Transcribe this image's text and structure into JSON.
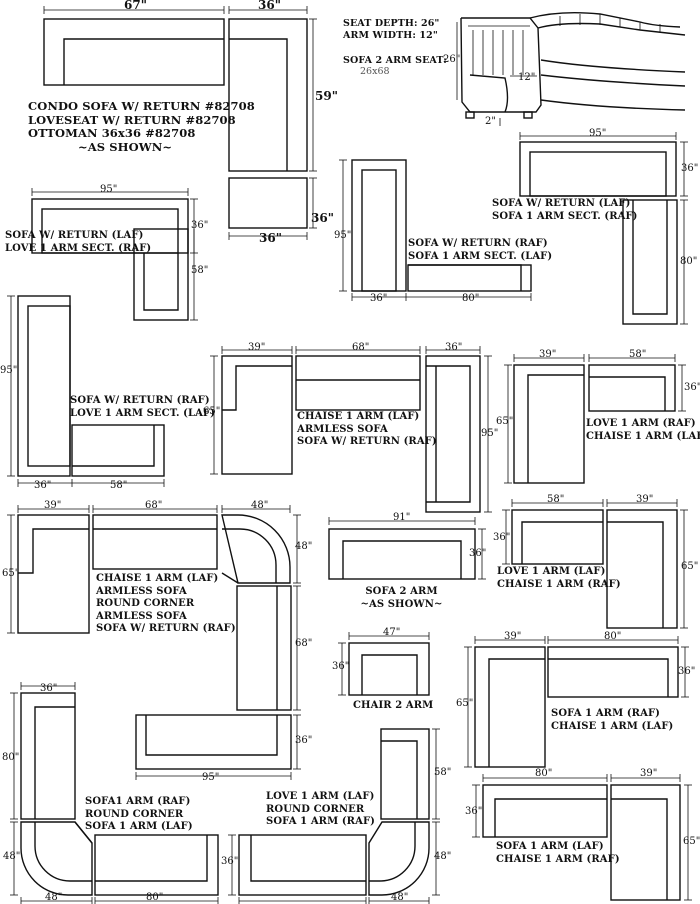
{
  "dims": {
    "d67": "67\"",
    "d36a": "36\"",
    "d59": "59\"",
    "d36b": "36\"",
    "d36c": "36\"",
    "d95a": "95\"",
    "d36d": "36\"",
    "d58a": "58\"",
    "d95b": "95\"",
    "d36e": "36\"",
    "d80a": "80\"",
    "d95c": "95\"",
    "d36f": "36\"",
    "d80b": "80\"",
    "d95d": "95\"",
    "d36g": "36\"",
    "d58b": "58\"",
    "d39a": "39\"",
    "d65a": "65\"",
    "d68a": "68\"",
    "d36h": "36\"",
    "d95e": "95\"",
    "d39b": "39\"",
    "d65b": "65\"",
    "d58c": "58\"",
    "d36i": "36\"",
    "d39c": "39\"",
    "d65c": "65\"",
    "d68b": "68\"",
    "d48a": "48\"",
    "d48b": "48\"",
    "d68c": "68\"",
    "d36j": "36\"",
    "d95f": "95\"",
    "d91": "91\"",
    "d36k": "36\"",
    "d58d": "58\"",
    "d36l": "36\"",
    "d39d": "39\"",
    "d65d": "65\"",
    "d47": "47\"",
    "d36m": "36\"",
    "d39e": "39\"",
    "d65e": "65\"",
    "d80c": "80\"",
    "d36n": "36\"",
    "d36o": "36\"",
    "d80d": "80\"",
    "d48c": "48\"",
    "d48d": "48\"",
    "d80e": "80\"",
    "d36p": "36\"",
    "d58e": "58\"",
    "d48e": "48\"",
    "d48f": "48\"",
    "d80f": "80\"",
    "d36q": "36\"",
    "d39f": "39\"",
    "d65f": "65\"",
    "d26": "26\"",
    "d12": "12\"",
    "d2": "2\""
  },
  "specs": {
    "seat_depth": "SEAT DEPTH: 26\"",
    "arm_width": "ARM WIDTH: 12\"",
    "sofa2_label": "SOFA 2 ARM SEAT:",
    "sofa2_value": "26x68"
  },
  "labels": {
    "condo": [
      "CONDO SOFA W/ RETURN #82708",
      "LOVESEAT W/ RETURN #82708",
      "OTTOMAN 36x36 #82708",
      "~AS SHOWN~"
    ],
    "g2": [
      "SOFA W/ RETURN (LAF)",
      "LOVE 1 ARM SECT. (RAF)"
    ],
    "g3": [
      "SOFA W/ RETURN (RAF)",
      "SOFA 1 ARM SECT. (LAF)"
    ],
    "g4": [
      "SOFA W/ RETURN (LAF)",
      "SOFA 1 ARM SECT. (RAF)"
    ],
    "g5": [
      "SOFA W/ RETURN (RAF)",
      "LOVE 1 ARM SECT. (LAF)"
    ],
    "g6": [
      "CHAISE 1 ARM (LAF)",
      "ARMLESS SOFA",
      "SOFA W/ RETURN (RAF)"
    ],
    "g7": [
      "LOVE 1 ARM (RAF)",
      "CHAISE 1 ARM (LAF)"
    ],
    "g8": [
      "CHAISE 1 ARM (LAF)",
      "ARMLESS SOFA",
      "ROUND CORNER",
      "ARMLESS SOFA",
      "SOFA W/ RETURN (RAF)"
    ],
    "g9": [
      "SOFA 2 ARM",
      "~AS SHOWN~"
    ],
    "g10": [
      "LOVE 1 ARM (LAF)",
      "CHAISE 1 ARM (RAF)"
    ],
    "g11": [
      "CHAIR 2 ARM"
    ],
    "g12": [
      "SOFA 1 ARM (RAF)",
      "CHAISE 1 ARM (LAF)"
    ],
    "g13": [
      "SOFA1 ARM (RAF)",
      "ROUND CORNER",
      "SOFA 1 ARM (LAF)"
    ],
    "g14": [
      "LOVE 1 ARM (LAF)",
      "ROUND CORNER",
      "SOFA 1 ARM (RAF)"
    ],
    "g15": [
      "SOFA 1 ARM (LAF)",
      "CHAISE 1 ARM (RAF)"
    ]
  }
}
